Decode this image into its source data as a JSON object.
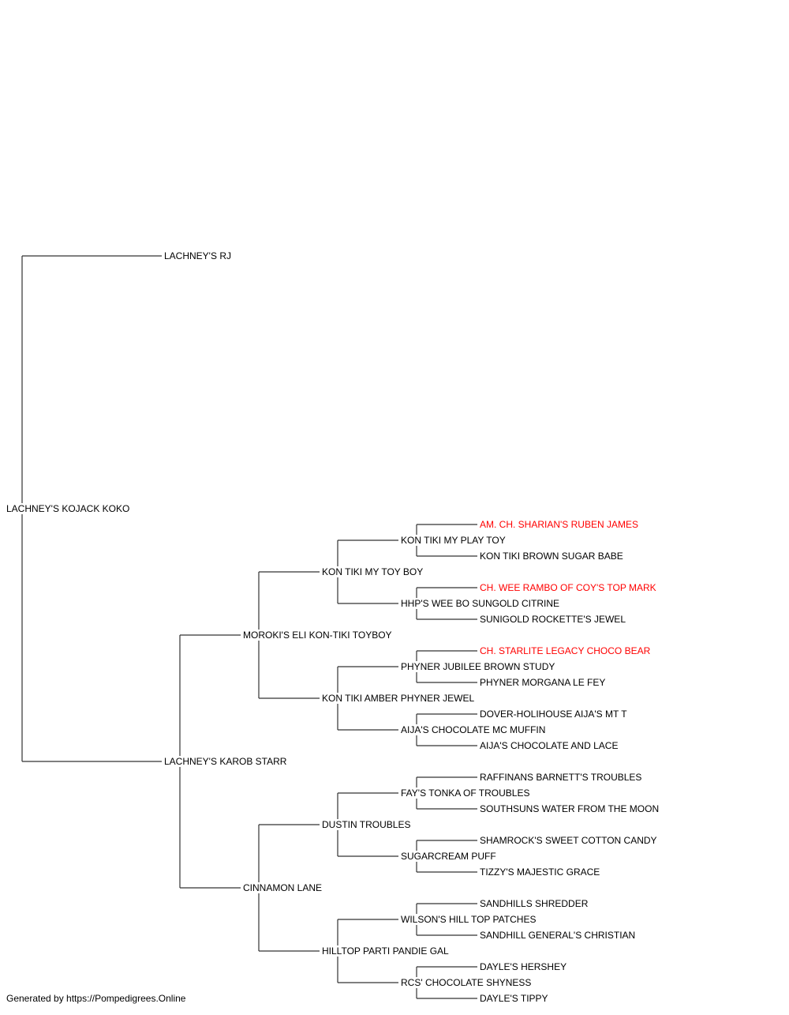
{
  "colors": {
    "champion": "#ff0000",
    "normal": "#000000",
    "line": "#333333"
  },
  "pedigree": {
    "name": "LACHNEY'S KOJACK KOKO",
    "sire": {
      "name": "LACHNEY'S RJ"
    },
    "dam": {
      "name": "LACHNEY'S KAROB STARR",
      "sire": {
        "name": "MOROKI'S ELI KON-TIKI TOYBOY",
        "sire": {
          "name": "KON TIKI MY TOY BOY",
          "sire": {
            "name": "KON TIKI MY PLAY TOY",
            "sire": {
              "name": "AM. CH. SHARIAN'S RUBEN JAMES",
              "champion": true
            },
            "dam": {
              "name": "KON TIKI BROWN SUGAR BABE"
            }
          },
          "dam": {
            "name": "HHP'S WEE BO SUNGOLD CITRINE",
            "sire": {
              "name": "CH. WEE RAMBO OF COY'S TOP MARK",
              "champion": true
            },
            "dam": {
              "name": "SUNIGOLD ROCKETTE'S JEWEL"
            }
          }
        },
        "dam": {
          "name": "KON TIKI AMBER PHYNER JEWEL",
          "sire": {
            "name": "PHYNER JUBILEE BROWN STUDY",
            "sire": {
              "name": "CH. STARLITE LEGACY CHOCO BEAR",
              "champion": true
            },
            "dam": {
              "name": "PHYNER MORGANA LE FEY"
            }
          },
          "dam": {
            "name": "AIJA'S CHOCOLATE MC MUFFIN",
            "sire": {
              "name": "DOVER-HOLIHOUSE AIJA'S MT T"
            },
            "dam": {
              "name": "AIJA'S CHOCOLATE AND LACE"
            }
          }
        }
      },
      "dam": {
        "name": "CINNAMON LANE",
        "sire": {
          "name": "DUSTIN TROUBLES",
          "sire": {
            "name": "FAY'S TONKA OF TROUBLES",
            "sire": {
              "name": "RAFFINANS BARNETT'S TROUBLES"
            },
            "dam": {
              "name": "SOUTHSUNS WATER FROM THE MOON"
            }
          },
          "dam": {
            "name": "SUGARCREAM PUFF",
            "sire": {
              "name": "SHAMROCK'S SWEET COTTON CANDY"
            },
            "dam": {
              "name": "TIZZY'S MAJESTIC GRACE"
            }
          }
        },
        "dam": {
          "name": "HILLTOP PARTI PANDIE GAL",
          "sire": {
            "name": "WILSON'S HILL TOP PATCHES",
            "sire": {
              "name": "SANDHILLS SHREDDER"
            },
            "dam": {
              "name": "SANDHILL GENERAL'S CHRISTIAN"
            }
          },
          "dam": {
            "name": "RCS' CHOCOLATE SHYNESS",
            "sire": {
              "name": "DAYLE'S HERSHEY"
            },
            "dam": {
              "name": "DAYLE'S TIPPY"
            }
          }
        }
      }
    }
  },
  "footer": {
    "text": "Generated by https://Pompedigrees.Online"
  }
}
